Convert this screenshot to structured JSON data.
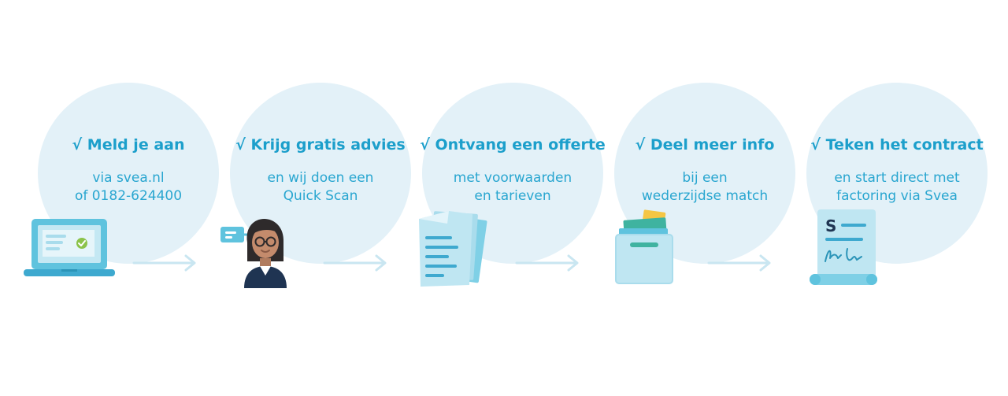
{
  "steps": [
    {
      "title": "√ Meld je aan",
      "lines": [
        "via svea.nl",
        "of 0182-624400"
      ],
      "icon": "laptop-check-icon"
    },
    {
      "title": "√ Krijg gratis advies",
      "lines": [
        "en wij doen een",
        "Quick Scan"
      ],
      "icon": "advisor-person-icon"
    },
    {
      "title": "√ Ontvang een offerte",
      "lines": [
        "met voorwaarden",
        "en tarieven"
      ],
      "icon": "documents-icon"
    },
    {
      "title": "√ Deel meer info",
      "lines": [
        "bij een",
        "wederzijdse match"
      ],
      "icon": "folder-box-icon"
    },
    {
      "title": "√ Teken het contract",
      "lines": [
        "en start direct met",
        "factoring via Svea"
      ],
      "icon": "signed-contract-icon"
    }
  ],
  "colors": {
    "circle": "#e3f1f8",
    "title": "#1c9fcb",
    "text": "#29a6d0",
    "arrow": "#c9e6f1",
    "illustration_light": "#a9dcec",
    "illustration_mid": "#5fc3de",
    "illustration_dark": "#2b94b8"
  }
}
